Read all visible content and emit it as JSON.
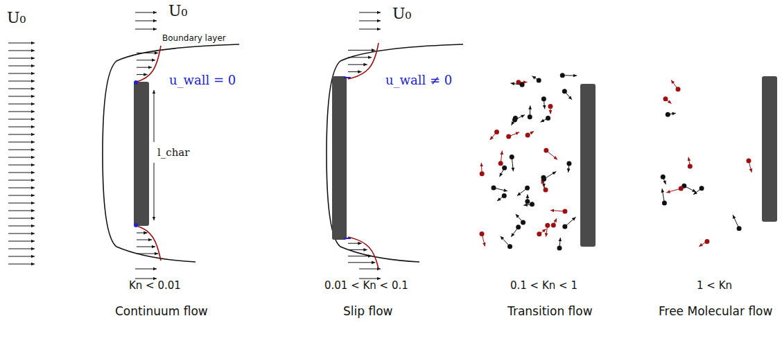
{
  "diagram": {
    "labels": [
      "U₀",
      "U₀",
      "Boundary layer",
      "u_wall = 0",
      "l_char",
      "U₀",
      "u_wall ≠ 0",
      "Kn < 0.01",
      "0.01 < Kn < 0.1",
      "0.1 < Kn < 1",
      "1 < Kn",
      "Continuum flow",
      "Slip flow",
      "Transition flow",
      "Free Molecular flow"
    ]
  }
}
